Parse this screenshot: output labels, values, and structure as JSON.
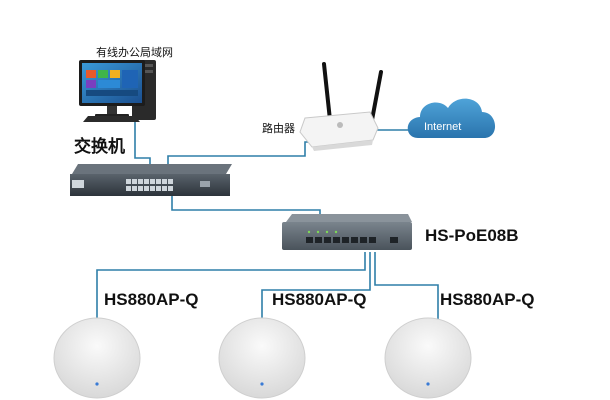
{
  "labels": {
    "pc": "有线办公局域网",
    "switch": "交换机",
    "router": "路由器",
    "internet": "Internet",
    "poe_switch": "HS-PoE08B",
    "ap_1": "HS880AP-Q",
    "ap_2": "HS880AP-Q",
    "ap_3": "HS880AP-Q"
  },
  "colors": {
    "cable": "#2f7fa8",
    "cloud": "#3b8ec4",
    "switch_body": "#3d4650",
    "poe_body": "#5c6670",
    "ap_body": "#ececec"
  }
}
